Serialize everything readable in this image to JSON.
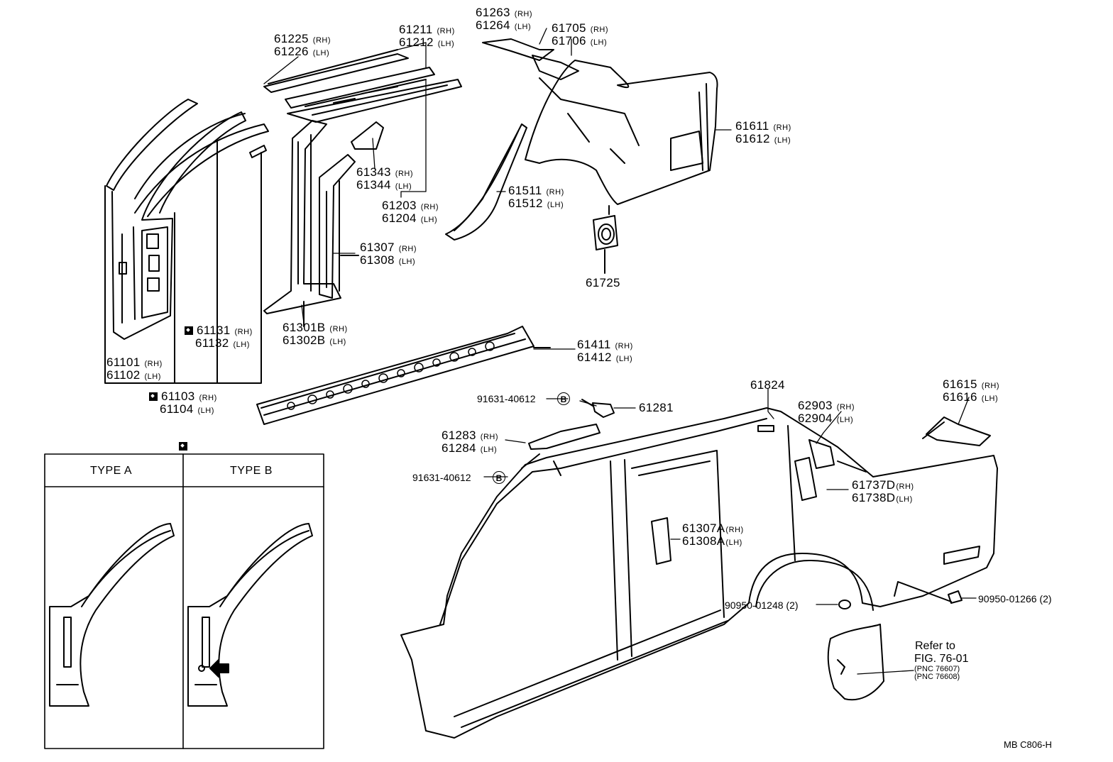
{
  "parts": {
    "p61225": {
      "a": "61225",
      "as": "(RH)",
      "b": "61226",
      "bs": "(LH)"
    },
    "p61211": {
      "a": "61211",
      "as": "(RH)",
      "b": "61212",
      "bs": "(LH)"
    },
    "p61263": {
      "a": "61263",
      "as": "(RH)",
      "b": "61264",
      "bs": "(LH)"
    },
    "p61705": {
      "a": "61705",
      "as": "(RH)",
      "b": "61706",
      "bs": "(LH)"
    },
    "p61611": {
      "a": "61611",
      "as": "(RH)",
      "b": "61612",
      "bs": "(LH)"
    },
    "p61343": {
      "a": "61343",
      "as": "(RH)",
      "b": "61344",
      "bs": "(LH)"
    },
    "p61203": {
      "a": "61203",
      "as": "(RH)",
      "b": "61204",
      "bs": "(LH)"
    },
    "p61511": {
      "a": "61511",
      "as": "(RH)",
      "b": "61512",
      "bs": "(LH)"
    },
    "p61307": {
      "a": "61307",
      "as": "(RH)",
      "b": "61308",
      "bs": "(LH)"
    },
    "p61725": {
      "a": "61725"
    },
    "p61301B": {
      "a": "61301B",
      "as": "(RH)",
      "b": "61302B",
      "bs": "(LH)"
    },
    "p61131": {
      "a": "61131",
      "as": "(RH)",
      "b": "61132",
      "bs": "(LH)"
    },
    "p61101": {
      "a": "61101",
      "as": "(RH)",
      "b": "61102",
      "bs": "(LH)"
    },
    "p61411": {
      "a": "61411",
      "as": "(RH)",
      "b": "61412",
      "bs": "(LH)"
    },
    "p61103": {
      "a": "61103",
      "as": "(RH)",
      "b": "61104",
      "bs": "(LH)"
    },
    "p91631a": {
      "a": "91631-40612",
      "mark": "B"
    },
    "p61281": {
      "a": "61281"
    },
    "p61824": {
      "a": "61824"
    },
    "p61615": {
      "a": "61615",
      "as": "(RH)",
      "b": "61616",
      "bs": "(LH)"
    },
    "p62903": {
      "a": "62903",
      "as": "(RH)",
      "b": "62904",
      "bs": "(LH)"
    },
    "p61283": {
      "a": "61283",
      "as": "(RH)",
      "b": "61284",
      "bs": "(LH)"
    },
    "p91631b": {
      "a": "91631-40612",
      "mark": "B"
    },
    "p61737D": {
      "a": "61737D",
      "as": "(RH)",
      "b": "61738D",
      "bs": "(LH)"
    },
    "p61307A": {
      "a": "61307A",
      "as": "(RH)",
      "b": "61308A",
      "bs": "(LH)"
    },
    "p90950a": {
      "a": "90950-01248 (2)"
    },
    "p90950b": {
      "a": "90950-01266 (2)"
    }
  },
  "reference": {
    "l1": "Refer to",
    "l2": "FIG. 76-01",
    "l3": "(PNC 76607)",
    "l4": "(PNC 76608)"
  },
  "types": {
    "a": "TYPE A",
    "b": "TYPE B"
  },
  "figure_id": "MB  C806-H"
}
